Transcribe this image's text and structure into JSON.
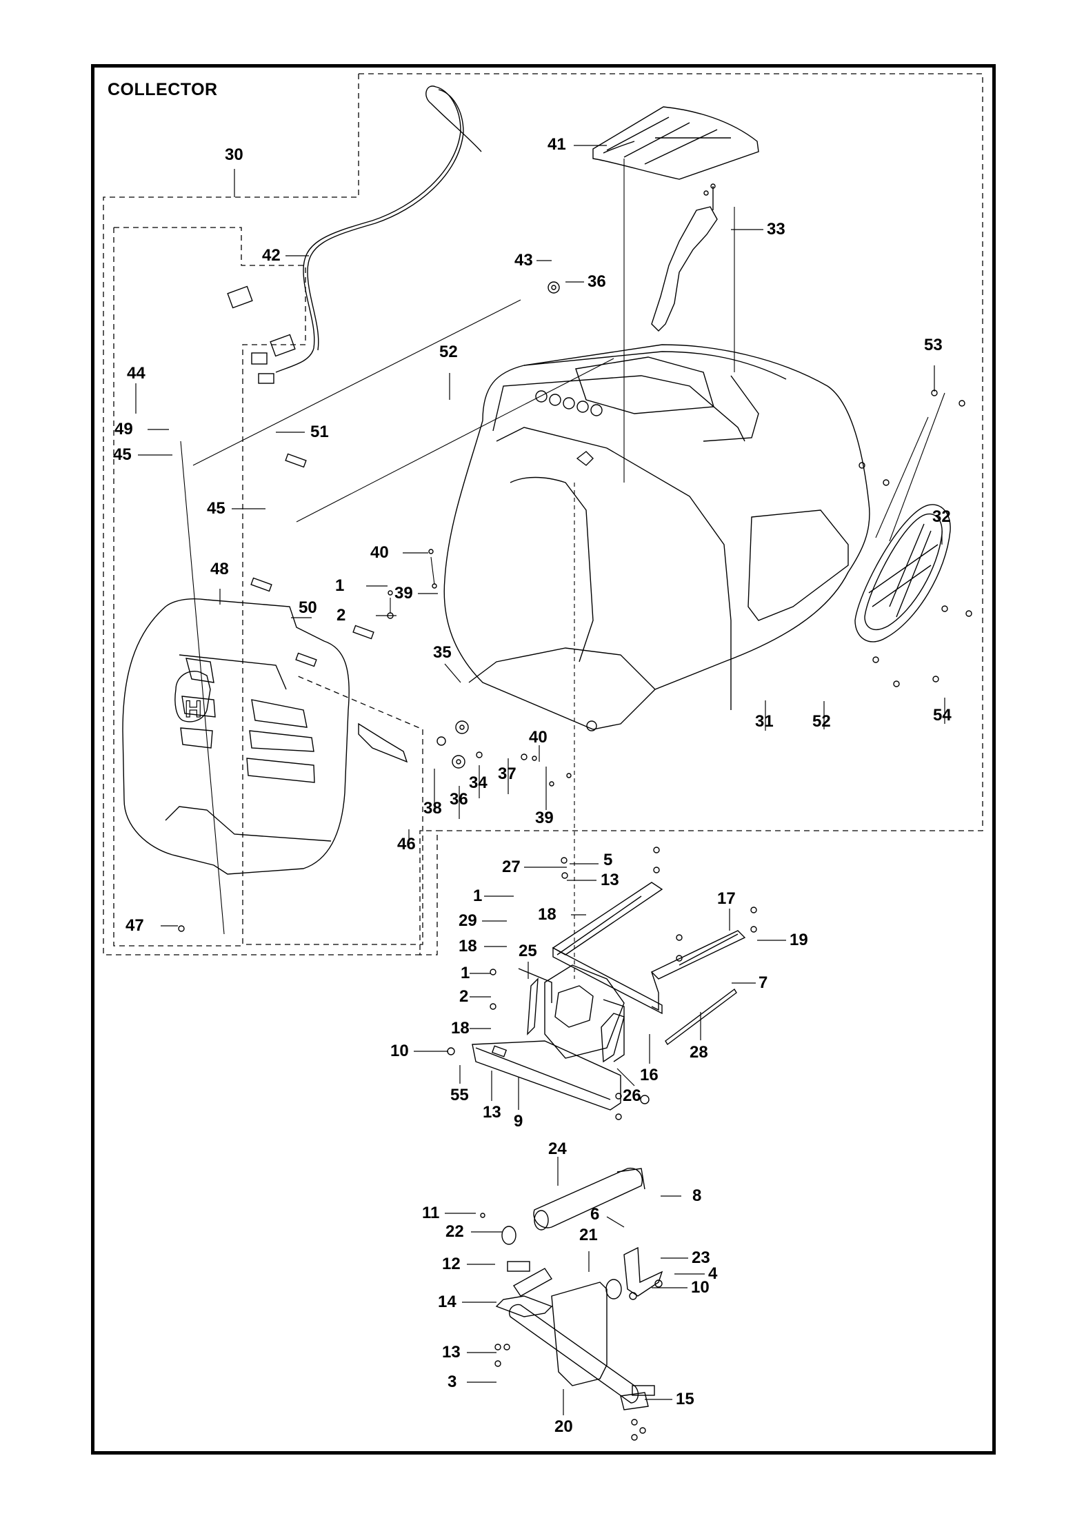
{
  "title": "COLLECTOR",
  "colors": {
    "ink": "#000000",
    "paper": "#ffffff"
  },
  "callouts": [
    {
      "id": "30",
      "label": "30"
    },
    {
      "id": "41",
      "label": "41"
    },
    {
      "id": "33",
      "label": "33"
    },
    {
      "id": "42",
      "label": "42"
    },
    {
      "id": "43",
      "label": "43"
    },
    {
      "id": "36a",
      "label": "36"
    },
    {
      "id": "52a",
      "label": "52"
    },
    {
      "id": "53",
      "label": "53"
    },
    {
      "id": "44",
      "label": "44"
    },
    {
      "id": "49",
      "label": "49"
    },
    {
      "id": "45a",
      "label": "45"
    },
    {
      "id": "51",
      "label": "51"
    },
    {
      "id": "45b",
      "label": "45"
    },
    {
      "id": "32",
      "label": "32"
    },
    {
      "id": "40a",
      "label": "40"
    },
    {
      "id": "48",
      "label": "48"
    },
    {
      "id": "1a",
      "label": "1"
    },
    {
      "id": "39a",
      "label": "39"
    },
    {
      "id": "50",
      "label": "50"
    },
    {
      "id": "2a",
      "label": "2"
    },
    {
      "id": "35",
      "label": "35"
    },
    {
      "id": "31",
      "label": "31"
    },
    {
      "id": "52b",
      "label": "52"
    },
    {
      "id": "54",
      "label": "54"
    },
    {
      "id": "40b",
      "label": "40"
    },
    {
      "id": "37",
      "label": "37"
    },
    {
      "id": "34",
      "label": "34"
    },
    {
      "id": "38",
      "label": "38"
    },
    {
      "id": "36b",
      "label": "36"
    },
    {
      "id": "39b",
      "label": "39"
    },
    {
      "id": "46",
      "label": "46"
    },
    {
      "id": "27",
      "label": "27"
    },
    {
      "id": "5",
      "label": "5"
    },
    {
      "id": "13a",
      "label": "13"
    },
    {
      "id": "1b",
      "label": "1"
    },
    {
      "id": "18a",
      "label": "18"
    },
    {
      "id": "17",
      "label": "17"
    },
    {
      "id": "19",
      "label": "19"
    },
    {
      "id": "47",
      "label": "47"
    },
    {
      "id": "29",
      "label": "29"
    },
    {
      "id": "18b",
      "label": "18"
    },
    {
      "id": "25",
      "label": "25"
    },
    {
      "id": "1c",
      "label": "1"
    },
    {
      "id": "7",
      "label": "7"
    },
    {
      "id": "2b",
      "label": "2"
    },
    {
      "id": "18c",
      "label": "18"
    },
    {
      "id": "28",
      "label": "28"
    },
    {
      "id": "10a",
      "label": "10"
    },
    {
      "id": "16",
      "label": "16"
    },
    {
      "id": "26",
      "label": "26"
    },
    {
      "id": "55",
      "label": "55"
    },
    {
      "id": "13b",
      "label": "13"
    },
    {
      "id": "9",
      "label": "9"
    },
    {
      "id": "24",
      "label": "24"
    },
    {
      "id": "8",
      "label": "8"
    },
    {
      "id": "11",
      "label": "11"
    },
    {
      "id": "6",
      "label": "6"
    },
    {
      "id": "22",
      "label": "22"
    },
    {
      "id": "21",
      "label": "21"
    },
    {
      "id": "23",
      "label": "23"
    },
    {
      "id": "12",
      "label": "12"
    },
    {
      "id": "4",
      "label": "4"
    },
    {
      "id": "10b",
      "label": "10"
    },
    {
      "id": "14",
      "label": "14"
    },
    {
      "id": "13c",
      "label": "13"
    },
    {
      "id": "3",
      "label": "3"
    },
    {
      "id": "15",
      "label": "15"
    },
    {
      "id": "20",
      "label": "20"
    }
  ]
}
